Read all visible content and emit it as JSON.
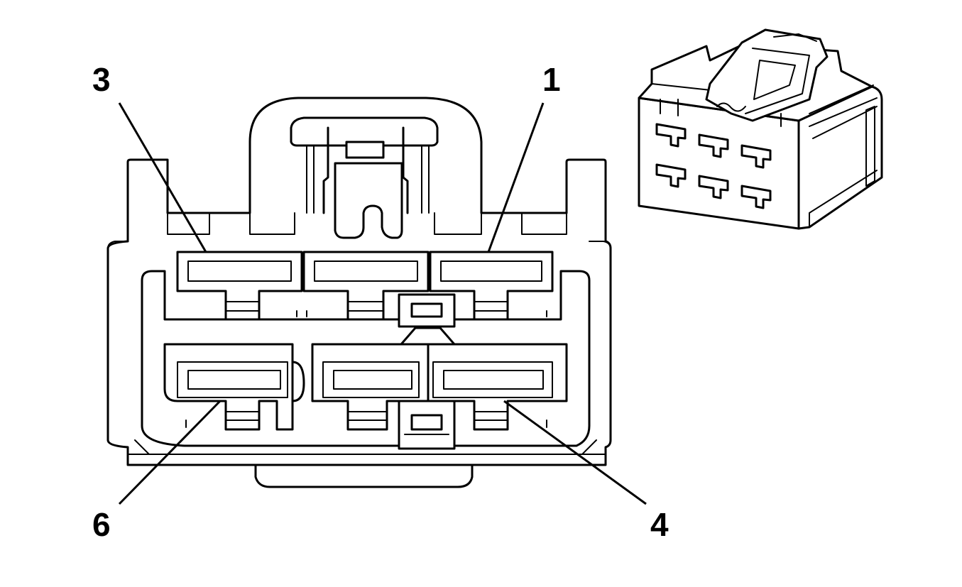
{
  "labels": {
    "pin_3": "3",
    "pin_1": "1",
    "pin_6": "6",
    "pin_4": "4"
  },
  "colors": {
    "line": "#000000",
    "background": "#ffffff"
  }
}
